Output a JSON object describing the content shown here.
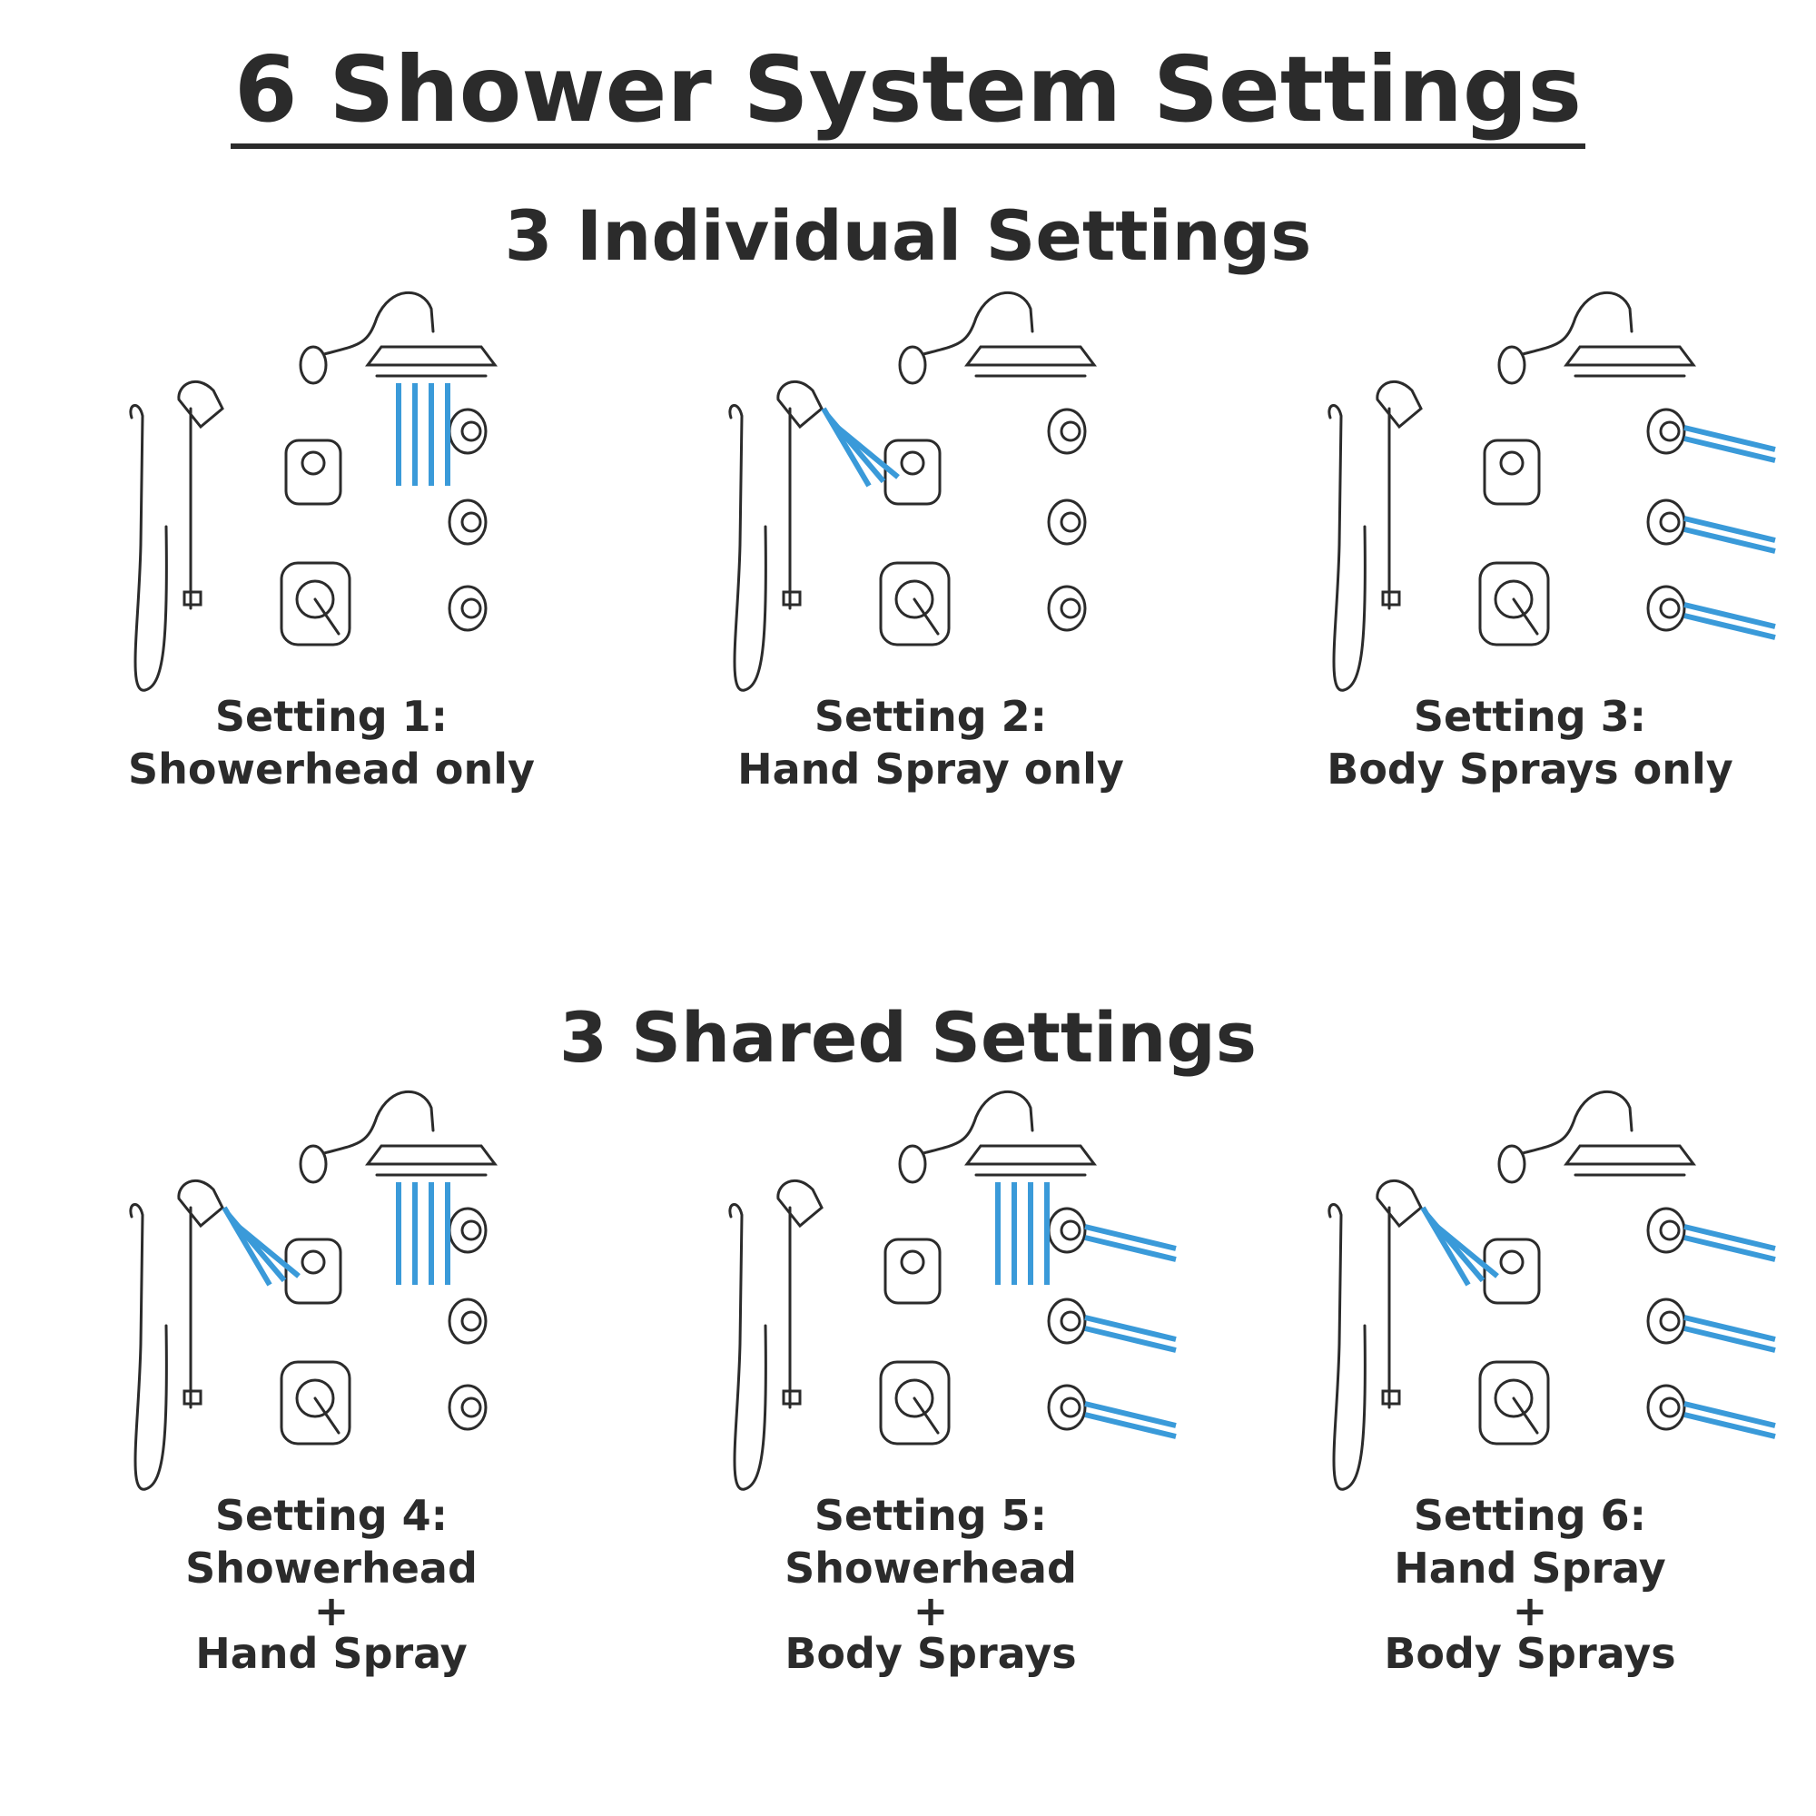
{
  "title": "6 Shower System Settings",
  "sections": {
    "individual": "3 Individual Settings",
    "shared": "3 Shared Settings"
  },
  "settings": [
    {
      "label": "Setting 1:",
      "lines": [
        "Showerhead only"
      ],
      "active": [
        "showerhead"
      ]
    },
    {
      "label": "Setting 2:",
      "lines": [
        "Hand Spray only"
      ],
      "active": [
        "hand_spray"
      ]
    },
    {
      "label": "Setting 3:",
      "lines": [
        "Body Sprays only"
      ],
      "active": [
        "body_sprays"
      ]
    },
    {
      "label": "Setting 4:",
      "lines": [
        "Showerhead",
        "+",
        "Hand Spray"
      ],
      "active": [
        "showerhead",
        "hand_spray"
      ]
    },
    {
      "label": "Setting 5:",
      "lines": [
        "Showerhead",
        "+",
        "Body Sprays"
      ],
      "active": [
        "showerhead",
        "body_sprays"
      ]
    },
    {
      "label": "Setting 6:",
      "lines": [
        "Hand Spray",
        "+",
        "Body Sprays"
      ],
      "active": [
        "hand_spray",
        "body_sprays"
      ]
    }
  ],
  "colors": {
    "water": "#3a9ad9",
    "line": "#2b2b2b"
  }
}
